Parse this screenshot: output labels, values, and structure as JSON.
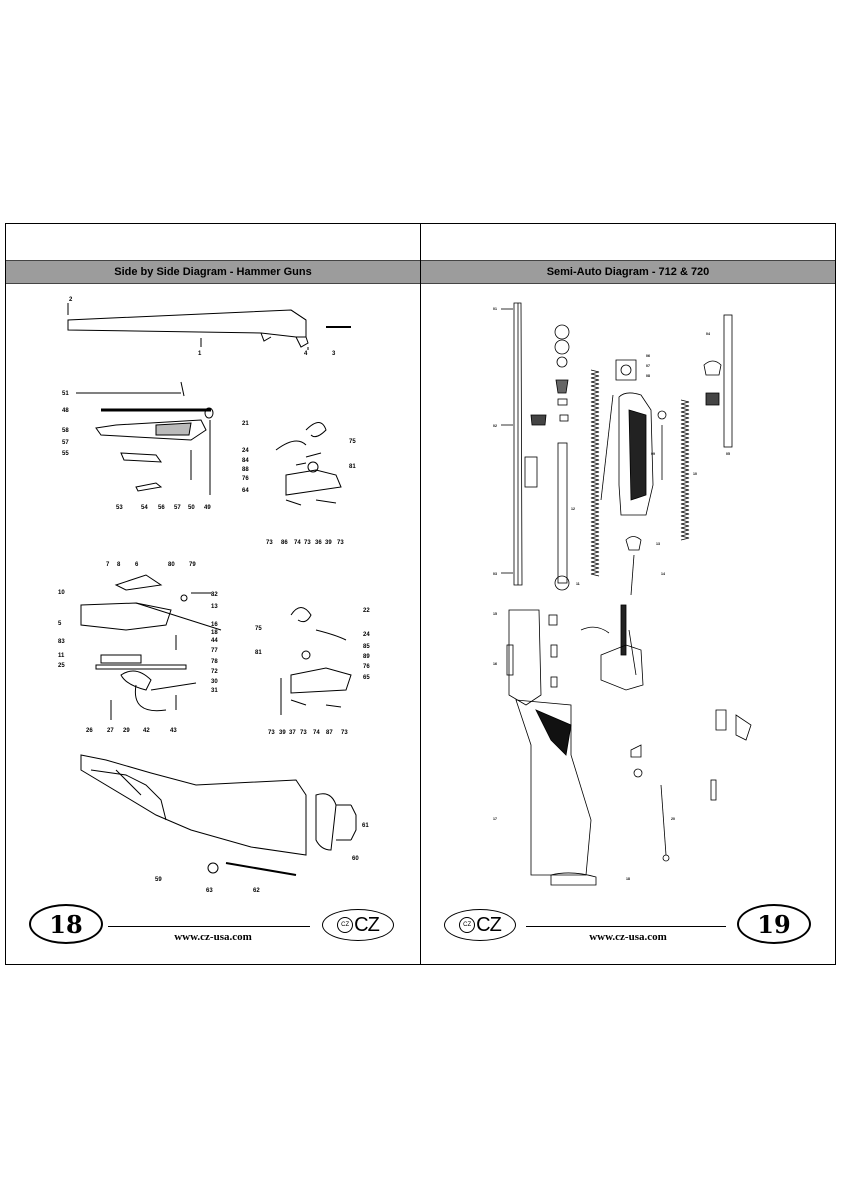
{
  "left_page": {
    "title": "Side by Side Diagram - Hammer Guns",
    "page_number": "18",
    "url": "www.cz-usa.com",
    "logo_text": "CZ",
    "logo_mark": "CZ",
    "part_labels": {
      "p2": "2",
      "p1": "1",
      "p4": "4",
      "p3": "3",
      "p51": "51",
      "p48": "48",
      "p58": "58",
      "p57": "57",
      "p55": "55",
      "p53": "53",
      "p54": "54",
      "p57b": "57",
      "p56": "56",
      "p50": "50",
      "p49": "49",
      "p21": "21",
      "p75": "75",
      "p24": "24",
      "p84": "84",
      "p88": "88",
      "p81": "81",
      "p76": "76",
      "p64": "64",
      "p73a": "73",
      "p86": "86",
      "p74": "74",
      "p73b": "73",
      "p36": "36",
      "p39": "39",
      "p73c": "73",
      "p7": "7",
      "p8": "8",
      "p6": "6",
      "p80": "80",
      "p79": "79",
      "p10": "10",
      "p82": "82",
      "p13": "13",
      "p5": "5",
      "p16": "16",
      "p18": "18",
      "p44": "44",
      "p83": "83",
      "p77": "77",
      "p11": "11",
      "p78": "78",
      "p25": "25",
      "p72": "72",
      "p30": "30",
      "p31": "31",
      "p26": "26",
      "p27": "27",
      "p29": "29",
      "p42": "42",
      "p43": "43",
      "p22": "22",
      "p75b": "75",
      "p24b": "24",
      "p85": "85",
      "p81b": "81",
      "p89": "89",
      "p76b": "76",
      "p65": "65",
      "p73d": "73",
      "p39b": "39",
      "p37": "37",
      "p73e": "73",
      "p74b": "74",
      "p87": "87",
      "p73f": "73",
      "p61": "61",
      "p60": "60",
      "p59": "59",
      "p63": "63",
      "p62": "62"
    }
  },
  "right_page": {
    "title": "Semi-Auto Diagram - 712 & 720",
    "page_number": "19",
    "url": "www.cz-usa.com",
    "logo_text": "CZ",
    "logo_mark": "CZ"
  },
  "colors": {
    "header_bar": "#9c9c9c",
    "ink": "#000000"
  }
}
